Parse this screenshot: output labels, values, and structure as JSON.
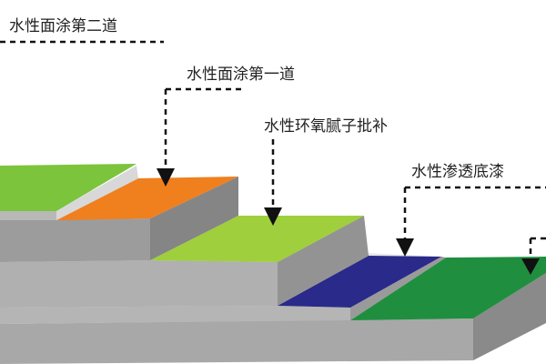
{
  "labels": {
    "topcoat_second": "水性面涂第二道",
    "topcoat_first": "水性面涂第一道",
    "epoxy_putty": "水性环氧腻子批补",
    "penetrating_primer": "水性渗透底漆"
  },
  "colors": {
    "topcoat_second": "#7cc43c",
    "topcoat_first": "#f07f1e",
    "epoxy_putty": "#9fcf3c",
    "penetrating_primer": "#2a2a8a",
    "base_layer": "#1f8f3f",
    "slab_top": "#e2e2e2",
    "slab_front": "#a8a8a8",
    "slab_side": "#8a8a8a",
    "leader_line": "#111111"
  }
}
